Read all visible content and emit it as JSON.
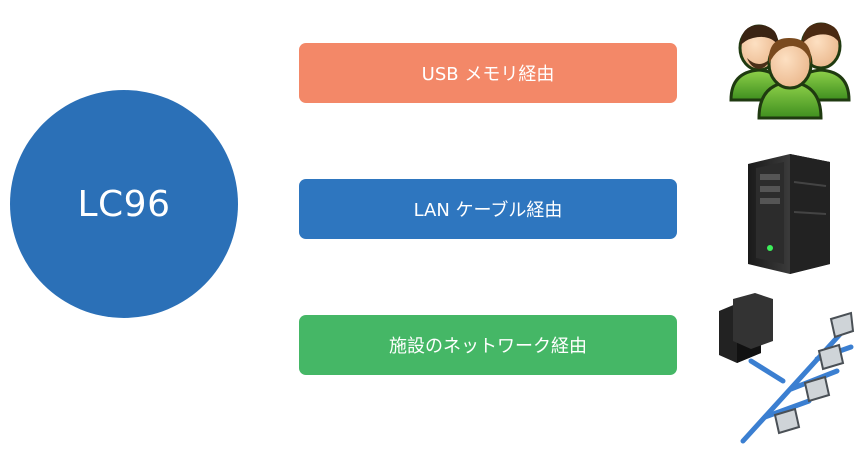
{
  "device": {
    "label": "LC96",
    "color": "#2b70b7"
  },
  "methods": [
    {
      "label": "USB メモリ経由",
      "color": "#f38868",
      "icon": "users-icon"
    },
    {
      "label": "LAN ケーブル経由",
      "color": "#2e76bf",
      "icon": "server-icon"
    },
    {
      "label": "施設のネットワーク経由",
      "color": "#45b766",
      "icon": "network-icon"
    }
  ]
}
